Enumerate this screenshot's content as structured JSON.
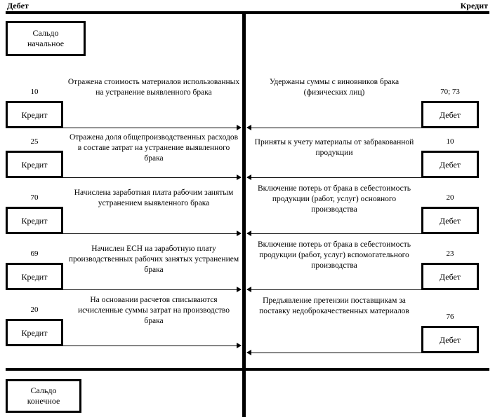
{
  "header": {
    "debit_label": "Дебет",
    "credit_label": "Кредит"
  },
  "balances": {
    "opening_line1": "Сальдо",
    "opening_line2": "начальное",
    "closing_line1": "Сальдо",
    "closing_line2": "конечное"
  },
  "debit_side": {
    "box_label": "Кредит",
    "rows": [
      {
        "account": "10",
        "description": "Отражена стоимость материалов использованных на устранение выявленного брака"
      },
      {
        "account": "25",
        "description": "Отражена доля общепроизводственных расходов в составе затрат на устранение выявленного брака"
      },
      {
        "account": "70",
        "description": "Начислена заработная плата рабочим занятым устранением выявленного брака"
      },
      {
        "account": "69",
        "description": "Начислен ЕСН на заработную плату производственных рабочих занятых устранением брака"
      },
      {
        "account": "20",
        "description": "На основании расчетов списываются исчисленные суммы затрат на производство брака"
      }
    ]
  },
  "credit_side": {
    "box_label": "Дебет",
    "rows": [
      {
        "account": "70; 73",
        "description": "Удержаны суммы с виновников брака (физических лиц)"
      },
      {
        "account": "10",
        "description": "Приняты к учету материалы от забракованной продукции"
      },
      {
        "account": "20",
        "description": "Включение потерь от брака в себестоимость продукции (работ, услуг) основного производства"
      },
      {
        "account": "23",
        "description": "Включение потерь от брака в себестоимость продукции (работ, услуг) вспомогательного производства"
      },
      {
        "account": "76",
        "description": "Предъявление претензии поставщикам за поставку недоброкачественных материалов"
      }
    ]
  }
}
